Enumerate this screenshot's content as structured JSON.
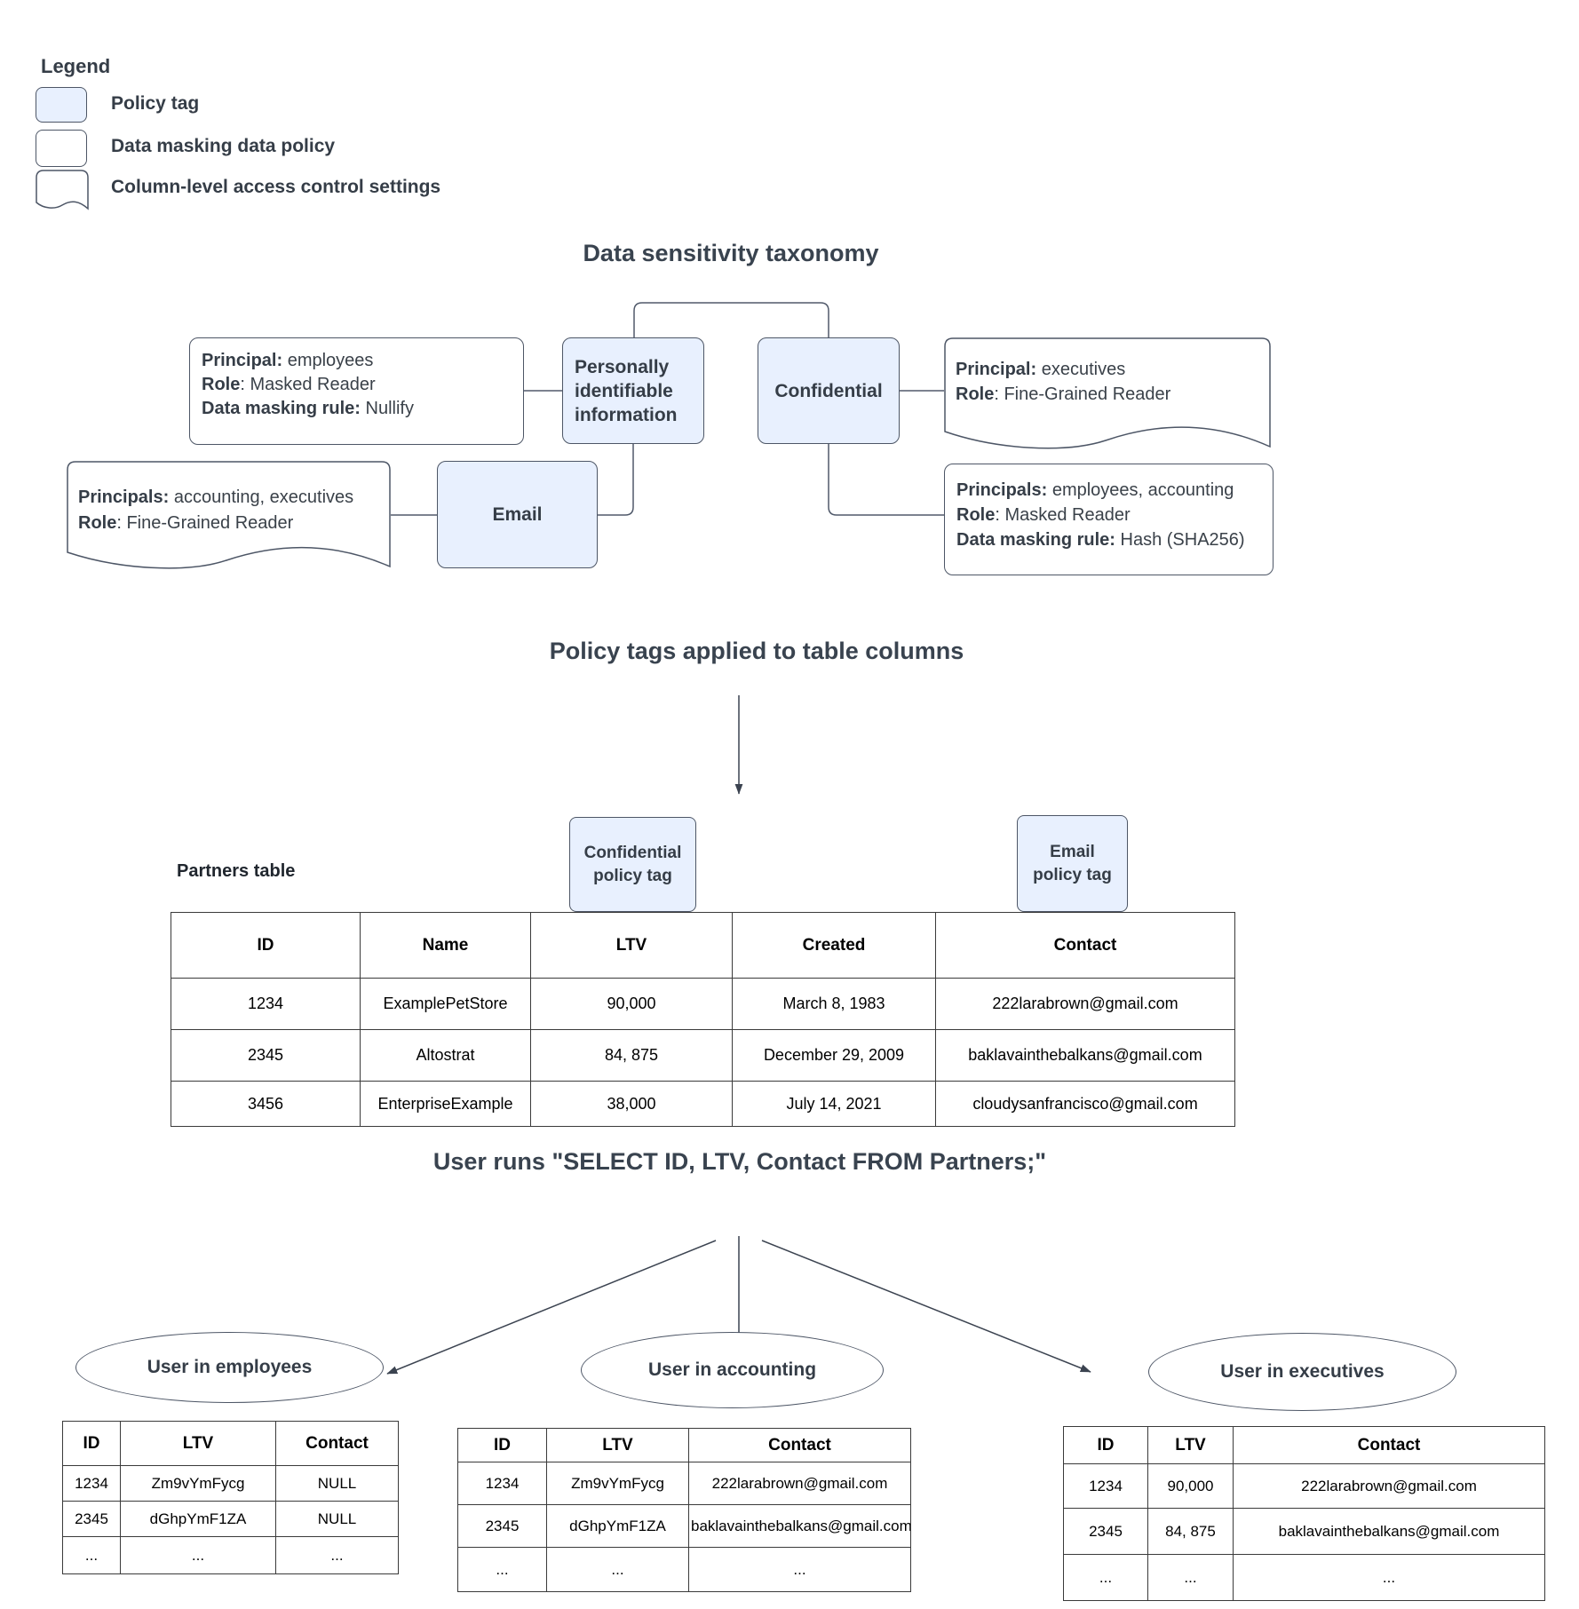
{
  "legend": {
    "title": "Legend",
    "items": [
      {
        "label": "Policy tag"
      },
      {
        "label": "Data masking data policy"
      },
      {
        "label": "Column-level access control settings"
      }
    ]
  },
  "taxonomy": {
    "title": "Data sensitivity taxonomy",
    "pii_label": "Personally identifiable information",
    "confidential_label": "Confidential",
    "email_label": "Email",
    "employees_policy": [
      {
        "b": "Principal:",
        "t": " employees"
      },
      {
        "b": "Role",
        "t": ": Masked Reader"
      },
      {
        "b": "Data masking rule:",
        "t": " Nullify"
      }
    ],
    "executives_acl": [
      {
        "b": "Principal:",
        "t": " executives"
      },
      {
        "b": "Role",
        "t": ": Fine-Grained Reader"
      }
    ],
    "accounting_acl": [
      {
        "b": "Principals:",
        "t": " accounting, executives"
      },
      {
        "b": "Role",
        "t": ": Fine-Grained Reader"
      }
    ],
    "hash_policy": [
      {
        "b": "Principals:",
        "t": " employees, accounting"
      },
      {
        "b": "Role",
        "t": ": Masked Reader"
      },
      {
        "b": "Data masking rule:",
        "t": " Hash (SHA256)"
      }
    ]
  },
  "applied": {
    "title": "Policy tags applied to table columns",
    "table_label": "Partners table",
    "confidential_tag": [
      "Confidential",
      "policy tag"
    ],
    "email_tag": [
      "Email",
      "policy tag"
    ],
    "partners": {
      "headers": [
        "ID",
        "Name",
        "LTV",
        "Created",
        "Contact"
      ],
      "rows": [
        [
          "1234",
          "ExamplePetStore",
          "90,000",
          "March 8, 1983",
          "222larabrown@gmail.com"
        ],
        [
          "2345",
          "Altostrat",
          "84, 875",
          "December 29, 2009",
          "baklavainthebalkans@gmail.com"
        ],
        [
          "3456",
          "EnterpriseExample",
          "38,000",
          "July 14, 2021",
          "cloudysanfrancisco@gmail.com"
        ]
      ]
    }
  },
  "query": {
    "title": "User runs \"SELECT ID, LTV, Contact FROM Partners;\"",
    "results": [
      {
        "user": "User in employees",
        "headers": [
          "ID",
          "LTV",
          "Contact"
        ],
        "rows": [
          [
            "1234",
            "Zm9vYmFycg",
            "NULL"
          ],
          [
            "2345",
            "dGhpYmF1ZA",
            "NULL"
          ],
          [
            "...",
            "...",
            "..."
          ]
        ]
      },
      {
        "user": "User in accounting",
        "headers": [
          "ID",
          "LTV",
          "Contact"
        ],
        "rows": [
          [
            "1234",
            "Zm9vYmFycg",
            "222larabrown@gmail.com"
          ],
          [
            "2345",
            "dGhpYmF1ZA",
            "baklavainthebalkans@gmail.com"
          ],
          [
            "...",
            "...",
            "..."
          ]
        ]
      },
      {
        "user": "User in executives",
        "headers": [
          "ID",
          "LTV",
          "Contact"
        ],
        "rows": [
          [
            "1234",
            "90,000",
            "222larabrown@gmail.com"
          ],
          [
            "2345",
            "84, 875",
            "baklavainthebalkans@gmail.com"
          ],
          [
            "...",
            "...",
            "..."
          ]
        ]
      }
    ]
  },
  "colors": {
    "policy_tag_fill": "#e8f0fe",
    "shape_border": "#4d5666",
    "connector": "#50596a",
    "heading_text": "#39434f"
  }
}
